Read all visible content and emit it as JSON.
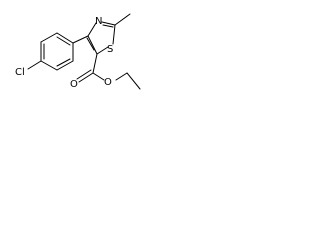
{
  "structure": {
    "atoms": {
      "n": "N",
      "s": "S",
      "cl": "Cl",
      "o_carbonyl": "O",
      "o_ester": "O"
    },
    "colors": {
      "bond": "#000000",
      "label": "#000000",
      "background": "#ffffff"
    }
  }
}
